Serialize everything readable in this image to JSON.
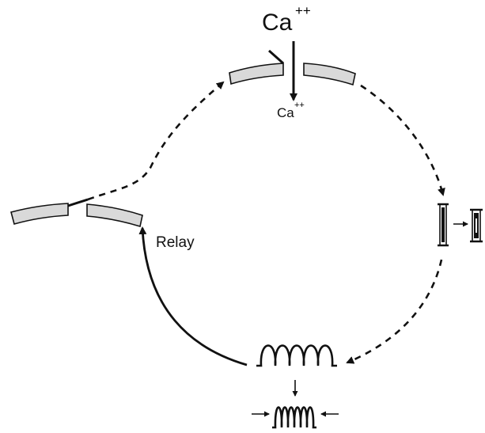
{
  "labels": {
    "ion_top": "Ca",
    "ion_top_charge": "++",
    "ion_bottom": "Ca",
    "ion_bottom_charge": "++",
    "relay": "Relay"
  },
  "colors": {
    "stroke": "#111111",
    "membrane_fill": "#d9d9d9",
    "background": "#ffffff"
  }
}
